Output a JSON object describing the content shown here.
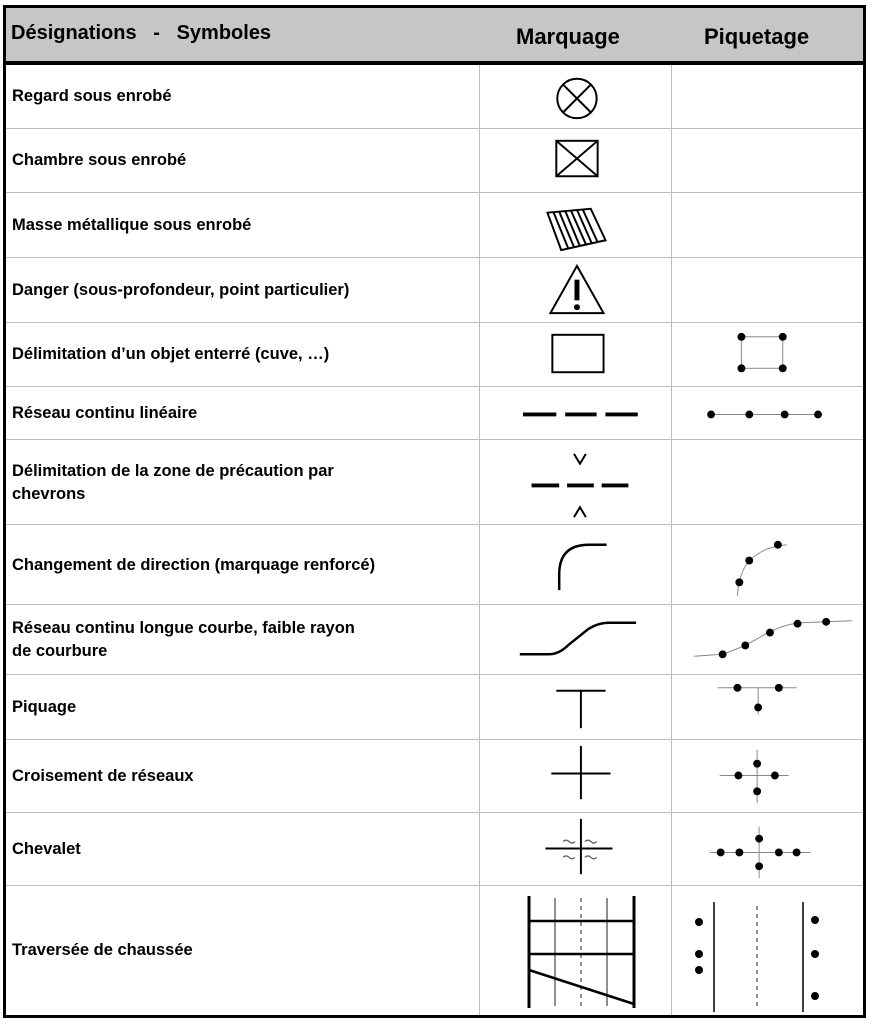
{
  "header": {
    "designations": "Désignations   -   Symboles",
    "marquage": "Marquage",
    "piquetage": "Piquetage"
  },
  "rows": [
    {
      "label": "Regard sous enrobé",
      "marquage_icon": "circle-cross-icon",
      "piquetage_icon": ""
    },
    {
      "label": "Chambre sous enrobé",
      "marquage_icon": "square-cross-icon",
      "piquetage_icon": ""
    },
    {
      "label": "Masse métallique sous enrobé",
      "marquage_icon": "hatched-parallelogram-icon",
      "piquetage_icon": ""
    },
    {
      "label": "Danger (sous-profondeur, point particulier)",
      "marquage_icon": "warning-triangle-icon",
      "piquetage_icon": ""
    },
    {
      "label": "Délimitation d’un objet enterré (cuve, …)",
      "marquage_icon": "rectangle-outline-icon",
      "piquetage_icon": "four-corner-dots-icon"
    },
    {
      "label": "Réseau continu linéaire",
      "marquage_icon": "dashed-line-icon",
      "piquetage_icon": "dotted-line-icon"
    },
    {
      "label": "Délimitation de la zone de précaution par\nchevrons",
      "marquage_icon": "chevron-dashed-icon",
      "piquetage_icon": ""
    },
    {
      "label": "Changement de direction (marquage renforcé)",
      "marquage_icon": "curved-corner-icon",
      "piquetage_icon": "curved-dots-icon"
    },
    {
      "label": "Réseau continu longue courbe,  faible rayon\nde courbure",
      "marquage_icon": "s-curve-icon",
      "piquetage_icon": "s-curve-dots-icon"
    },
    {
      "label": "Piquage",
      "marquage_icon": "t-junction-icon",
      "piquetage_icon": "t-junction-dots-icon"
    },
    {
      "label": "Croisement de réseaux",
      "marquage_icon": "cross-junction-icon",
      "piquetage_icon": "cross-dots-icon"
    },
    {
      "label": "Chevalet",
      "marquage_icon": "chevalet-icon",
      "piquetage_icon": "chevalet-dots-icon"
    },
    {
      "label": "Traversée de chaussée",
      "marquage_icon": "road-crossing-icon",
      "piquetage_icon": "road-crossing-dots-icon"
    }
  ]
}
